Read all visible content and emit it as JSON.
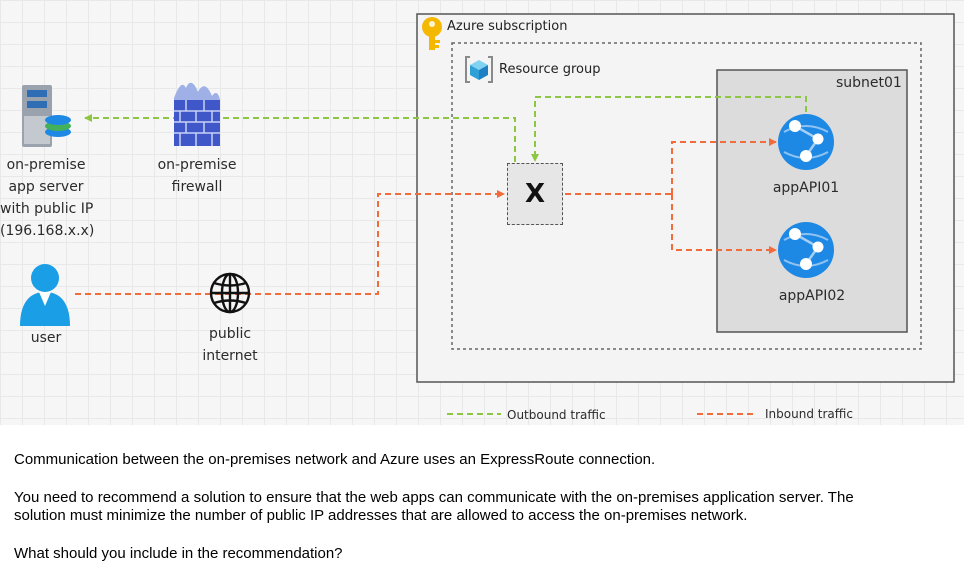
{
  "diagram": {
    "azure_subscription_label": "Azure subscription",
    "resource_group_label": "Resource group",
    "subnet_label": "subnet01",
    "server_label_lines": [
      "on-premise",
      "app server",
      "with public IP",
      "(196.168.x.x)"
    ],
    "firewall_label_lines": [
      "on-premise",
      "firewall"
    ],
    "user_label": "user",
    "internet_label_lines": [
      "public",
      "internet"
    ],
    "unknown_component_label": "X",
    "app1_label": "appAPI01",
    "app2_label": "appAPI02",
    "legend": {
      "outbound_label": "Outbound traffic",
      "inbound_label": "Inbound traffic"
    },
    "colors": {
      "outbound": "#8dc641",
      "inbound": "#f26b3a",
      "azure_blue": "#1e88e5",
      "key_yellow": "#f5b800",
      "user_blue": "#1a9ee6"
    }
  },
  "question": {
    "paragraph1": "Communication between the on-premises network and Azure uses an ExpressRoute connection.",
    "paragraph2_line1": "You need to recommend a solution to ensure that the web apps can communicate with the on-premises application server. The",
    "paragraph2_line2": "solution must minimize the number of public IP addresses that are allowed to access the on-premises network.",
    "paragraph3": "What should you include in the recommendation?"
  }
}
